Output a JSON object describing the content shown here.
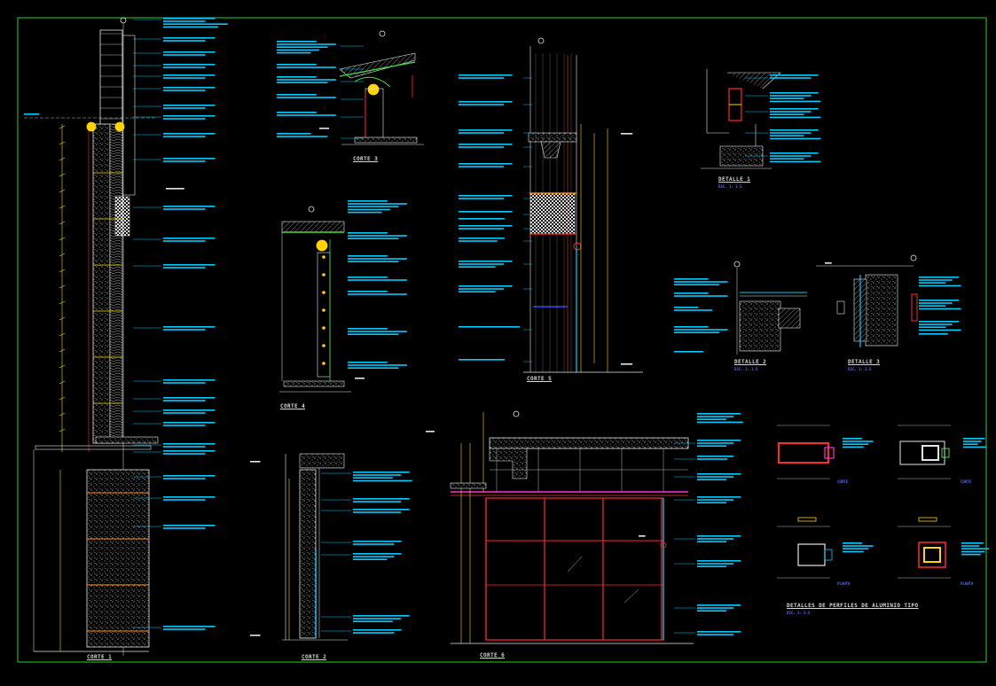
{
  "drawing": {
    "background": "#000000",
    "frame_color": "#2bd12b",
    "line_colors": {
      "cyan": "#00ccff",
      "red": "#ff2a2a",
      "yellow": "#ffd400",
      "white": "#e6e6e6",
      "green": "#44dd44",
      "magenta": "#ff33cc",
      "blue": "#3344ff",
      "orange": "#ff8800"
    },
    "view_titles": {
      "corte1": "CORTE 1",
      "corte2": "CORTE 2",
      "corte3": "CORTE 3",
      "corte4": "CORTE 4",
      "corte5": "CORTE 5",
      "corte6": "CORTE 6",
      "detalle1": "DETALLE 1",
      "detalle1_scale": "ESC. 1: 2.5",
      "detalle2": "DETALLE 2",
      "detalle2_scale": "ESC. 1: 2.5",
      "detalle3": "DETALLE 3",
      "detalle3_scale": "ESC. 1: 2.5",
      "perfiles": "DETALLES DE PERFILES DE ALUMINIO TIPO",
      "perfiles_scale": "ESC. 1: 2.5",
      "corte_a": "CORTE",
      "corte_b": "CORTE",
      "planta_a": "PLANTA",
      "planta_b": "PLANTA"
    }
  }
}
